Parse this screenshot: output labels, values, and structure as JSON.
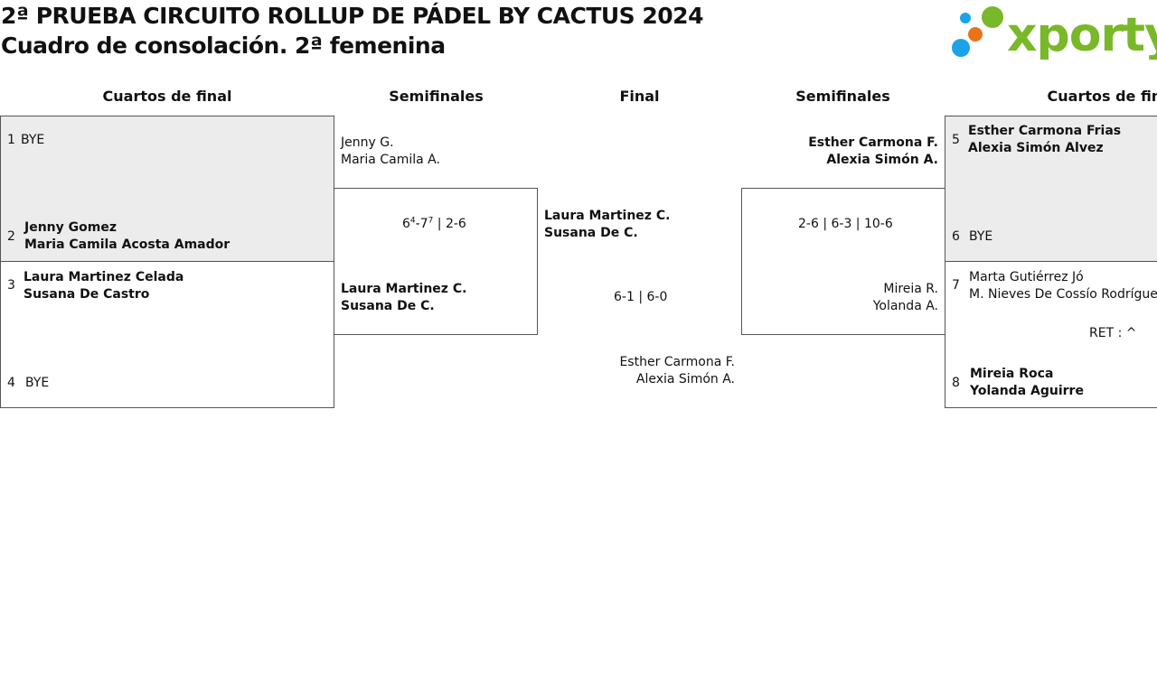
{
  "header": {
    "title": "2ª PRUEBA CIRCUITO ROLLUP DE PÁDEL BY CACTUS 2024",
    "subtitle": "Cuadro de consolación. 2ª femenina",
    "logo_text": "xporty"
  },
  "rounds": {
    "qf_left": "Cuartos de final",
    "sf_left": "Semifinales",
    "final": "Final",
    "sf_right": "Semifinales",
    "qf_right": "Cuartos de final"
  },
  "left_qf": {
    "s1": {
      "num": "1",
      "p1": "BYE"
    },
    "s2": {
      "num": "2",
      "p1": "Jenny Gomez",
      "p2": "Maria Camila Acosta Amador"
    },
    "s3": {
      "num": "3",
      "p1": "Laura Martinez Celada",
      "p2": "Susana De Castro"
    },
    "s4": {
      "num": "4",
      "p1": "BYE"
    }
  },
  "right_qf": {
    "s5": {
      "num": "5",
      "p1": "Esther Carmona Frias",
      "p2": "Alexia Simón Alvez"
    },
    "s6": {
      "num": "6",
      "p1": "BYE"
    },
    "s7": {
      "num": "7",
      "p1": "Marta Gutiérrez Jó",
      "p2": "M. Nieves De Cossío Rodríguez"
    },
    "ret": "RET : ^",
    "s8": {
      "num": "8",
      "p1": "Mireia Roca",
      "p2": "Yolanda Aguirre"
    }
  },
  "left_sf": {
    "top": {
      "p1": "Jenny G.",
      "p2": "Maria Camila A."
    },
    "score": {
      "a": "6",
      "a_sup": "4",
      "b": "-7",
      "b_sup": "7",
      "rest": " | 2-6"
    },
    "bottom": {
      "p1": "Laura Martinez C.",
      "p2": "Susana De C."
    }
  },
  "right_sf": {
    "top": {
      "p1": "Esther Carmona F.",
      "p2": "Alexia Simón A."
    },
    "score": "2-6 | 6-3 | 10-6",
    "bottom": {
      "p1": "Mireia R.",
      "p2": "Yolanda A."
    }
  },
  "final": {
    "winner": {
      "p1": "Laura Martinez C.",
      "p2": "Susana De C."
    },
    "score": "6-1 | 6-0",
    "runner_up": {
      "p1": "Esther Carmona F.",
      "p2": "Alexia Simón A."
    }
  },
  "colors": {
    "shaded_bg": "#ececec",
    "logo_green": "#79b829",
    "logo_blue": "#1aa3e8",
    "logo_orange": "#e8731a"
  }
}
